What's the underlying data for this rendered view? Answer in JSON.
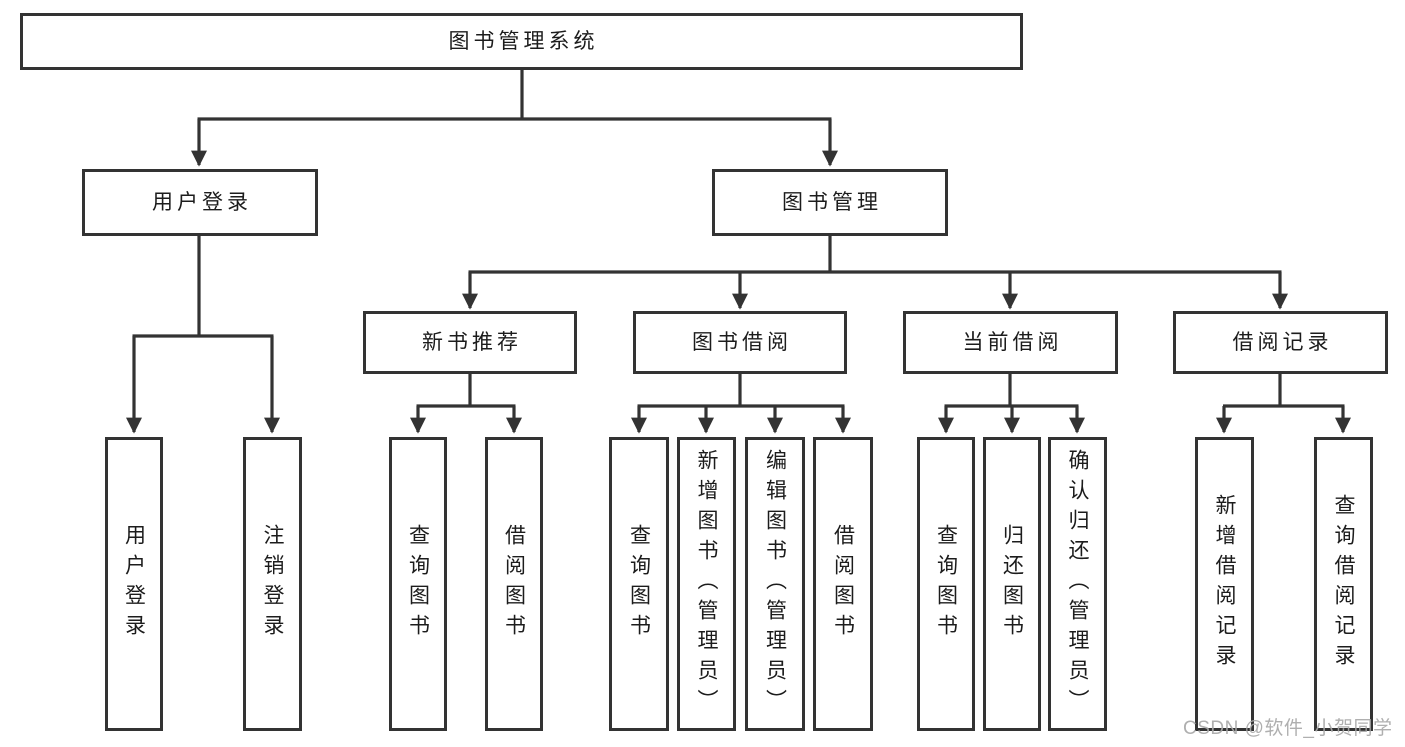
{
  "diagram_title": "图书管理系统",
  "tree": {
    "label": "图书管理系统",
    "children": [
      {
        "label": "用户登录",
        "children": [
          {
            "label": "用户登录"
          },
          {
            "label": "注销登录"
          }
        ]
      },
      {
        "label": "图书管理",
        "children": [
          {
            "label": "新书推荐",
            "children": [
              {
                "label": "查询图书"
              },
              {
                "label": "借阅图书"
              }
            ]
          },
          {
            "label": "图书借阅",
            "children": [
              {
                "label": "查询图书"
              },
              {
                "label": "新增图书（管理员）"
              },
              {
                "label": "编辑图书（管理员）"
              },
              {
                "label": "借阅图书"
              }
            ]
          },
          {
            "label": "当前借阅",
            "children": [
              {
                "label": "查询图书"
              },
              {
                "label": "归还图书"
              },
              {
                "label": "确认归还（管理员）"
              }
            ]
          },
          {
            "label": "借阅记录",
            "children": [
              {
                "label": "新增借阅记录"
              },
              {
                "label": "查询借阅记录"
              }
            ]
          }
        ]
      }
    ]
  },
  "watermark": {
    "text": "CSDN @软件_小贺同学"
  },
  "colors": {
    "line": "#333333",
    "text": "#1c1c1c",
    "background": "#ffffff",
    "watermark": "#a8a8a8"
  }
}
